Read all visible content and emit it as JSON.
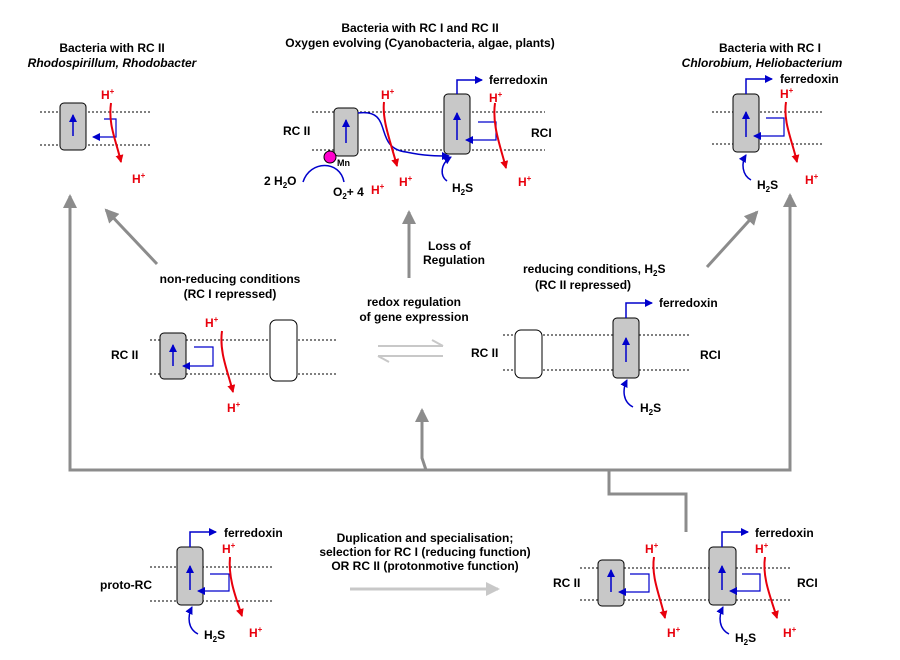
{
  "headers": {
    "rc2_line1": "Bacteria with RC II",
    "rc2_line2": "Rhodospirillum, Rhodobacter",
    "both_line1": "Bacteria with RC I and RC II",
    "both_line2": "Oxygen evolving (Cyanobacteria, algae, plants)",
    "rc1_line1": "Bacteria with RC I",
    "rc1_line2": "Chlorobium, Heliobacterium"
  },
  "labels": {
    "rc2": "RC II",
    "rc1": "RCI",
    "ferredoxin": "ferredoxin",
    "h": "H",
    "plus": "+",
    "h2s_h": "H",
    "h2s_2": "2",
    "h2s_s": "S",
    "mn": "Mn",
    "water_pre": "2 H",
    "water_2": "2",
    "water_o": "O",
    "o2_o": "O",
    "o2_2": "2",
    "o2_rest": "+ 4",
    "proto_rc": "proto-RC"
  },
  "middle": {
    "loss_line1": "Loss of",
    "loss_line2": "Regulation",
    "nonred_line1": "non-reducing conditions",
    "nonred_line2": "(RC I repressed)",
    "redox_line1": "redox regulation",
    "redox_line2": "of gene expression",
    "red_line1_pre": "reducing conditions, H",
    "red_line1_sub": "2",
    "red_line1_post": "S",
    "red_line2": "(RC II repressed)"
  },
  "bottom": {
    "dup_line1": "Duplication and specialisation;",
    "dup_line2": "selection for RC I (reducing function)",
    "dup_line3": "OR RC II (protonmotive function)"
  },
  "colors": {
    "proton_red": "#e8000c",
    "electron_blue": "#0000cc",
    "box_gray": "#c8c8c8",
    "arrow_gray": "#8c8c8c",
    "mn_magenta": "#ff00cc"
  }
}
